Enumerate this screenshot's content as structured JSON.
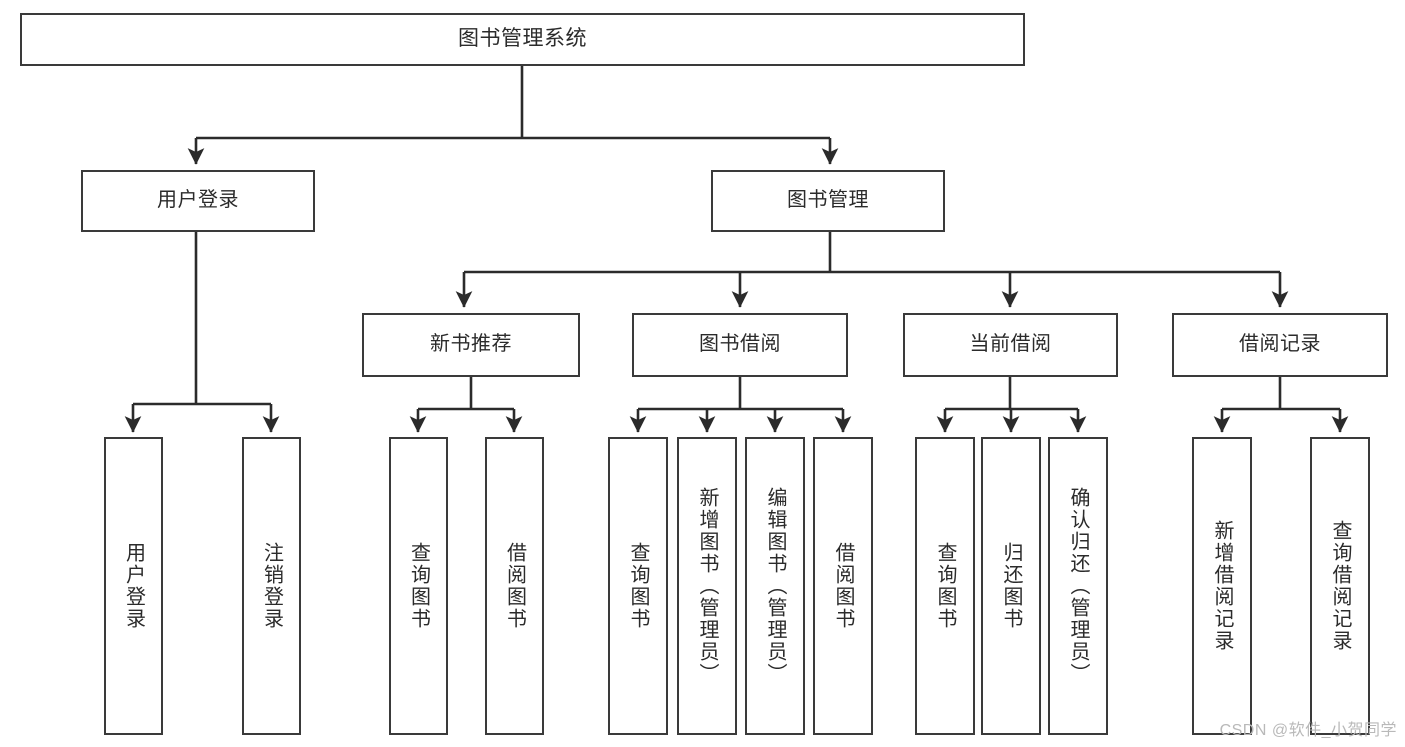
{
  "diagram": {
    "title": "图书管理系统",
    "type": "tree",
    "watermark": "CSDN @软件_小贺同学",
    "colors": {
      "box_border": "#3a3a3a",
      "box_fill": "#ffffff",
      "connector": "#2b2b2b",
      "text": "#2b2b2b",
      "background": "#ffffff",
      "watermark": "#b9b9b9"
    },
    "nodes": {
      "root": {
        "label": "图书管理系统",
        "level": 1
      },
      "level2": [
        {
          "id": "user-login",
          "label": "用户登录"
        },
        {
          "id": "book-management",
          "label": "图书管理"
        }
      ],
      "level3": [
        {
          "id": "new-book-recommend",
          "label": "新书推荐"
        },
        {
          "id": "book-borrow",
          "label": "图书借阅"
        },
        {
          "id": "current-borrow",
          "label": "当前借阅"
        },
        {
          "id": "borrow-record",
          "label": "借阅记录"
        }
      ],
      "leaves": {
        "user-login": [
          {
            "id": "leaf-user-login",
            "label": "用户登录"
          },
          {
            "id": "leaf-logout",
            "label": "注销登录"
          }
        ],
        "new-book-recommend": [
          {
            "id": "leaf-query-book-1",
            "label": "查询图书"
          },
          {
            "id": "leaf-borrow-book-1",
            "label": "借阅图书"
          }
        ],
        "book-borrow": [
          {
            "id": "leaf-query-book-2",
            "label": "查询图书"
          },
          {
            "id": "leaf-add-book",
            "label": "新增图书（管理员）"
          },
          {
            "id": "leaf-edit-book",
            "label": "编辑图书（管理员）"
          },
          {
            "id": "leaf-borrow-book-2",
            "label": "借阅图书"
          }
        ],
        "current-borrow": [
          {
            "id": "leaf-query-book-3",
            "label": "查询图书"
          },
          {
            "id": "leaf-return-book",
            "label": "归还图书"
          },
          {
            "id": "leaf-confirm-return",
            "label": "确认归还（管理员）"
          }
        ],
        "borrow-record": [
          {
            "id": "leaf-add-record",
            "label": "新增借阅记录"
          },
          {
            "id": "leaf-query-record",
            "label": "查询借阅记录"
          }
        ]
      }
    }
  }
}
